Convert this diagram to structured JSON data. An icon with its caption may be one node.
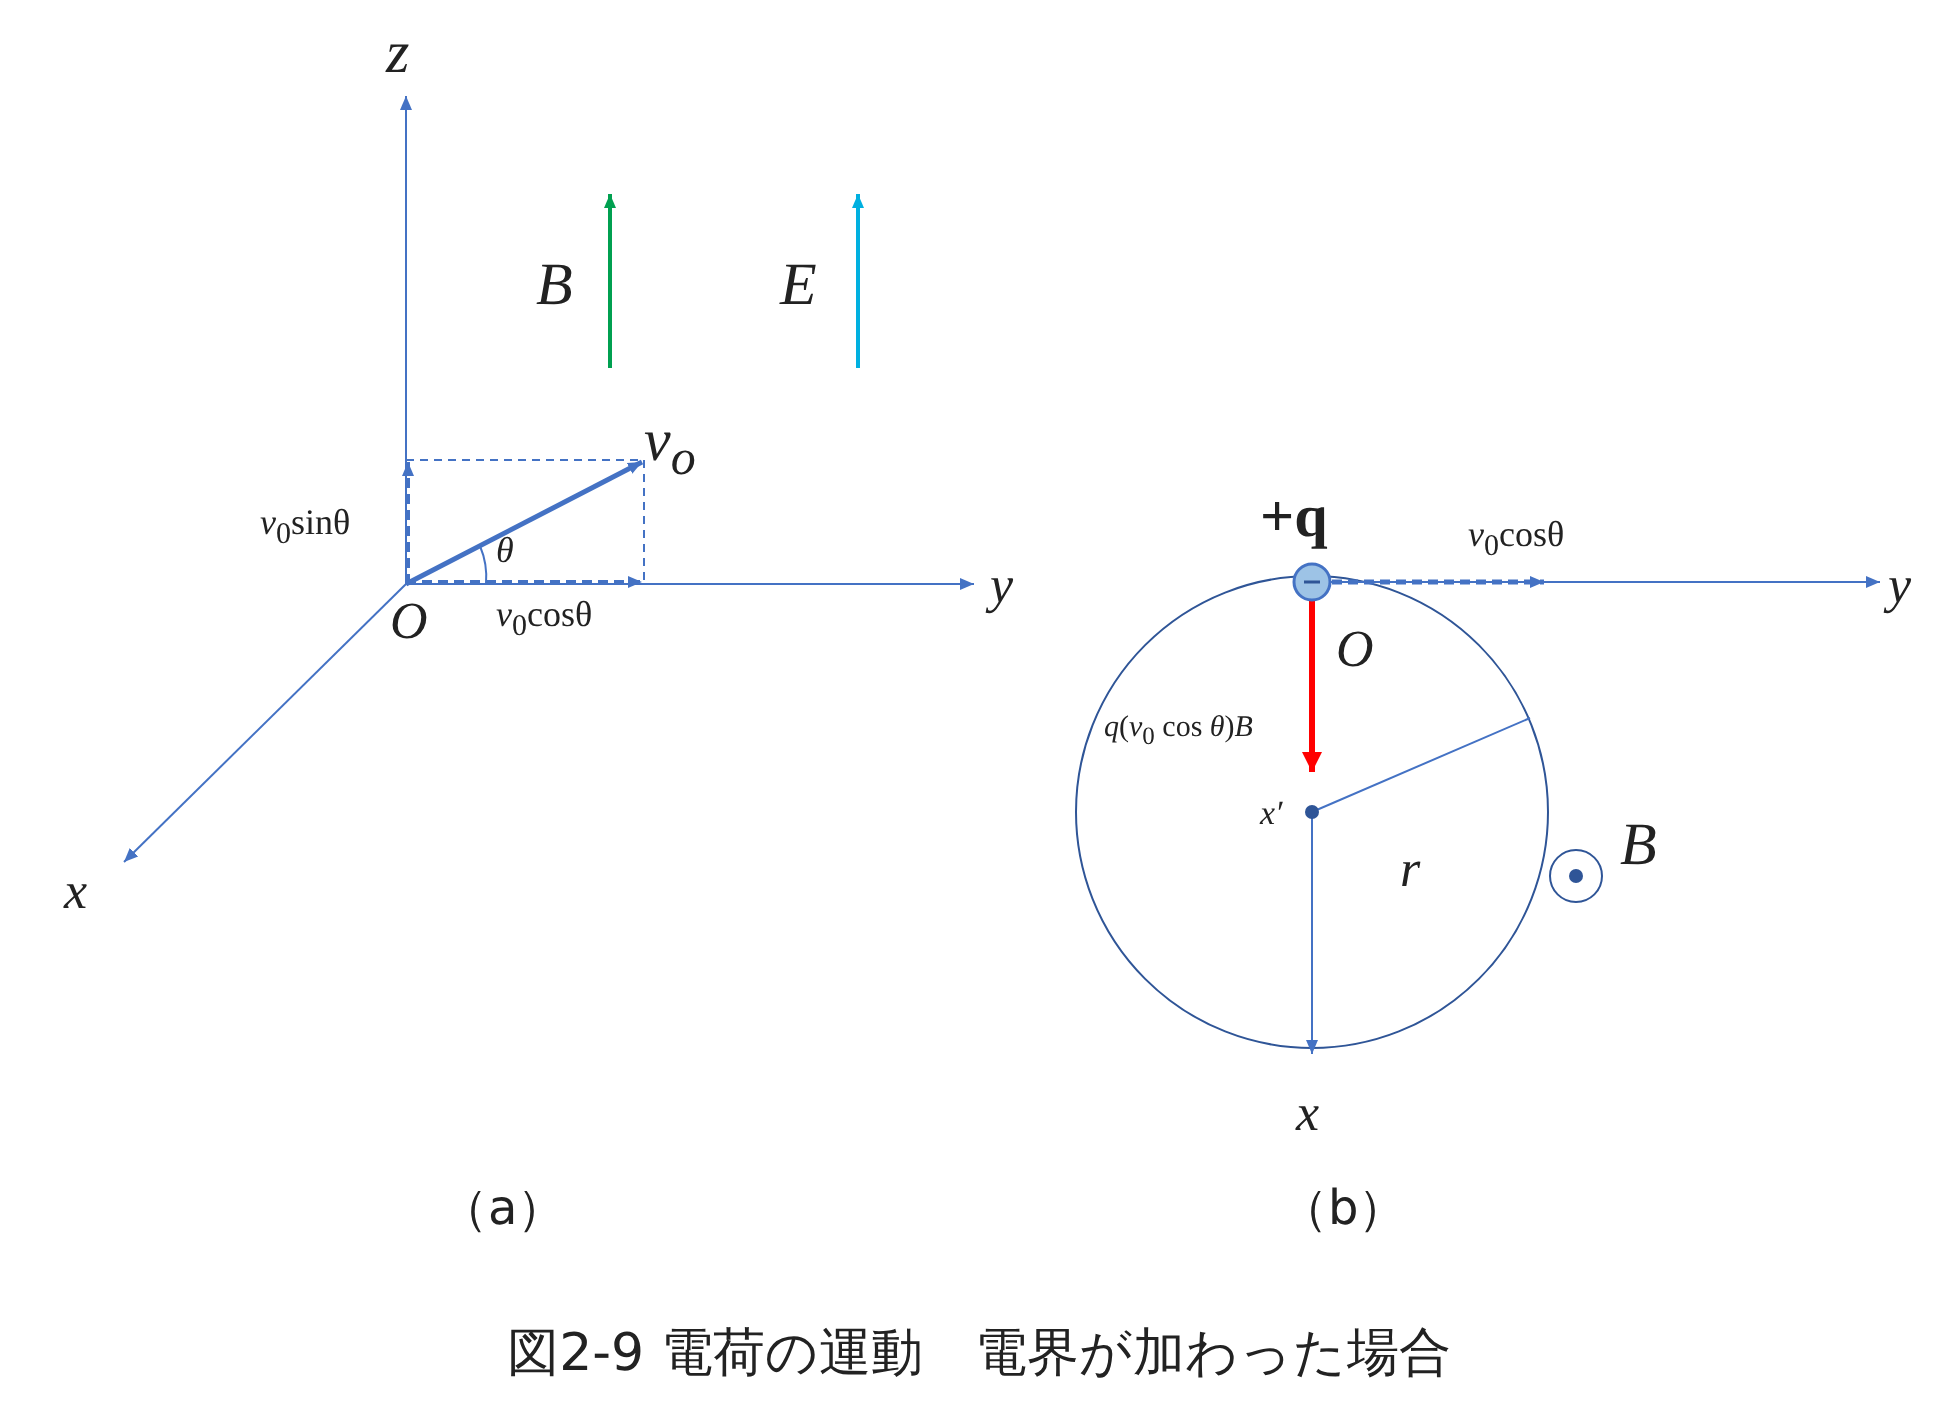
{
  "diagram": {
    "caption": "図2-9 電荷の運動　電界が加わった場合",
    "labels": [
      "z",
      "B",
      "E",
      "v$_{o}$",
      "*v*$_{0}$sinθ",
      "θ",
      "y",
      "O",
      "*v*$_{0}$cosθ",
      "x",
      "+q",
      "*v*$_{0}$cosθ",
      "y",
      "O",
      "*q*(*v*$_{0}$ cos *θ*)*B*",
      "x′",
      "r",
      "B",
      "x",
      "（a）",
      "（b）"
    ]
  }
}
